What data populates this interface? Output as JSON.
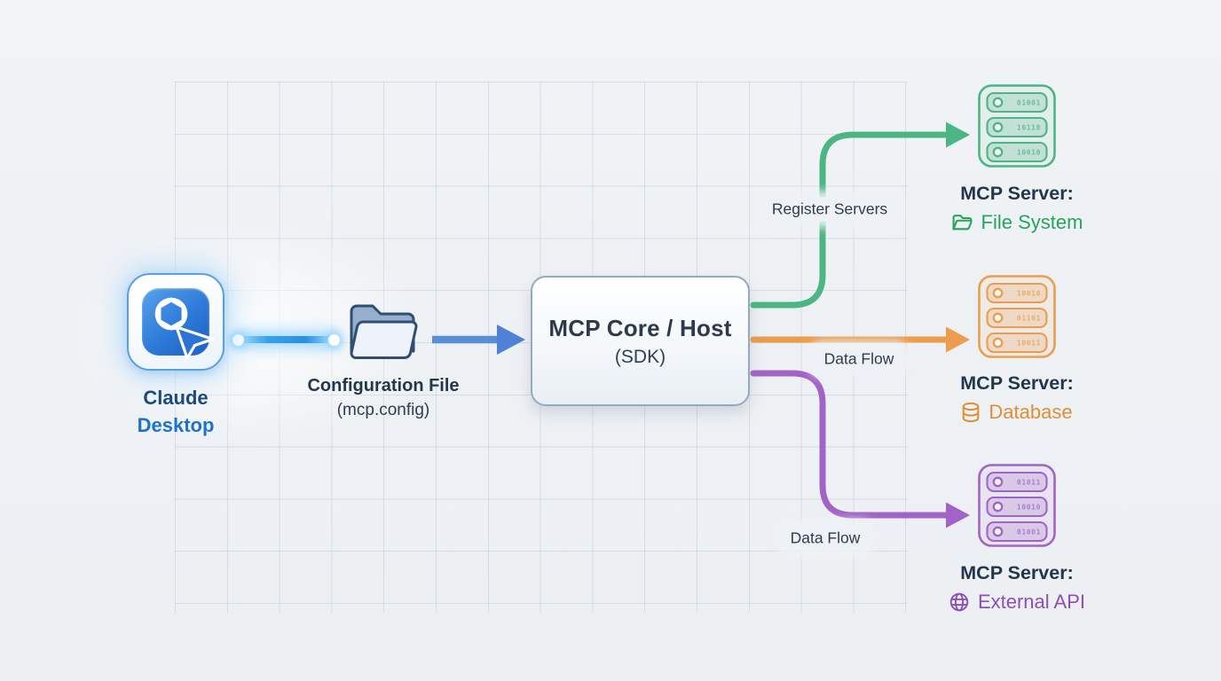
{
  "colors": {
    "blue": "#2b74d4",
    "glow_blue": "#59bdf2",
    "green": "#4cb584",
    "green_text": "#27a45b",
    "orange": "#eb9d4d",
    "orange_text": "#df8f33",
    "purple": "#a263c8",
    "purple_text": "#8e4fb5",
    "dark_text": "#22374b"
  },
  "nodes": {
    "claude": {
      "line1": "Claude",
      "line2": "Desktop"
    },
    "config": {
      "line1": "Configuration File",
      "line2": "(mcp.config)"
    },
    "core": {
      "title": "MCP Core / Host",
      "subtitle": "(SDK)"
    }
  },
  "edges": {
    "register": "Register Servers",
    "data_flow_db": "Data Flow",
    "data_flow_api": "Data Flow"
  },
  "servers": [
    {
      "title": "MCP Server:",
      "name": "File System",
      "accent": "green_text",
      "icon": "folder-open-icon",
      "slots": [
        "01001",
        "10110",
        "10010"
      ]
    },
    {
      "title": "MCP Server:",
      "name": "Database",
      "accent": "orange_text",
      "icon": "database-icon",
      "slots": [
        "10010",
        "01101",
        "10011"
      ]
    },
    {
      "title": "MCP Server:",
      "name": "External API",
      "accent": "purple_text",
      "icon": "globe-icon",
      "slots": [
        "01011",
        "10010",
        "01001"
      ]
    }
  ]
}
